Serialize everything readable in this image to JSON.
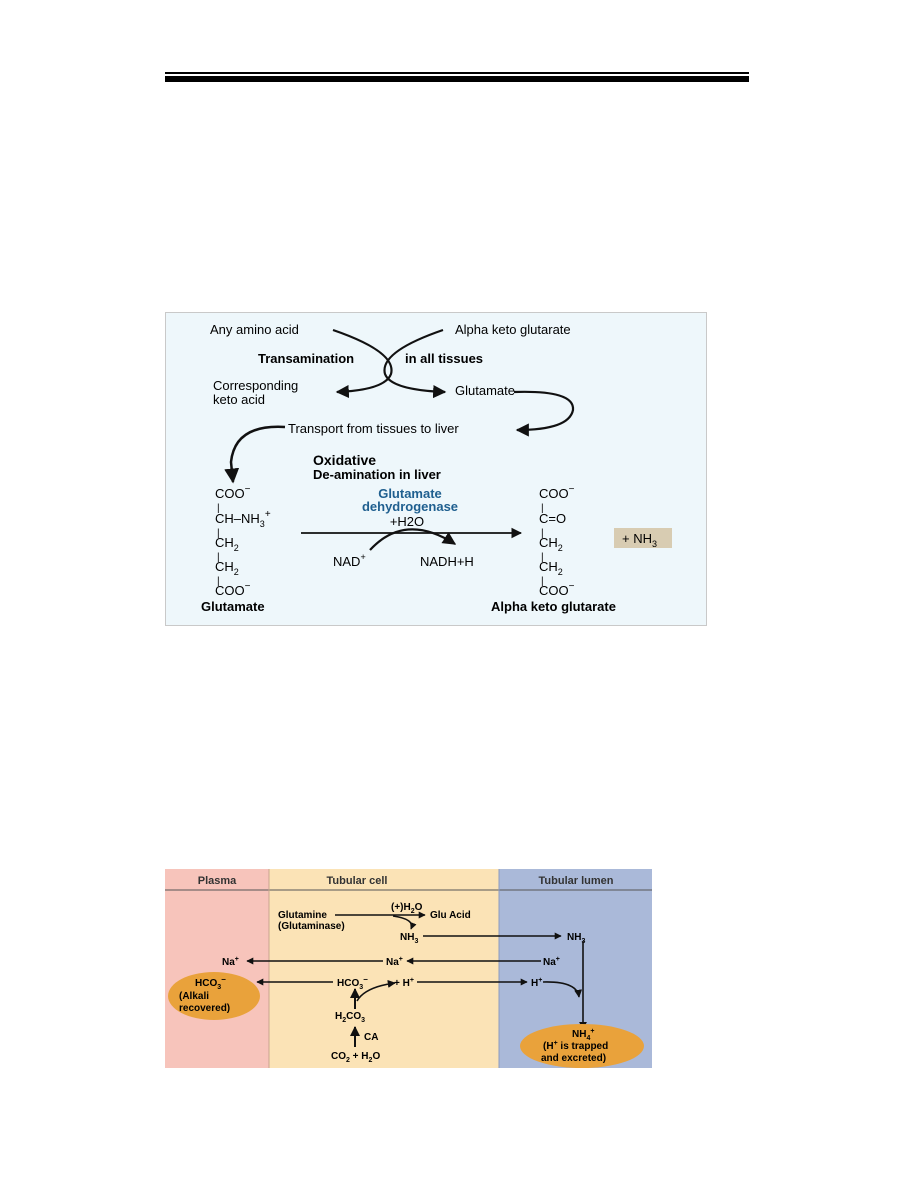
{
  "figure1": {
    "colors": {
      "background": "#eef7fb",
      "frame": "#c9c9c9",
      "enzyme": "#1f5f8f",
      "nh3_box": "#d8ccb2"
    },
    "any_amino_acid": "Any amino acid",
    "alpha_keto_glutarate_top": "Alpha keto glutarate",
    "transamination": "Transamination",
    "in_all_tissues": "in all tissues",
    "corresponding": "Corresponding",
    "keto_acid": "keto acid",
    "glutamate_top": "Glutamate",
    "transport": "Transport from tissues to liver",
    "oxidative": "Oxidative",
    "deamination": "De-amination in liver",
    "enzyme_line1": "Glutamate",
    "enzyme_line2": "dehydrogenase",
    "water": "+H2O",
    "nad": "NAD",
    "nad_sup": "+",
    "nadh": "NADH+H",
    "nh3": "+ NH",
    "nh3_sub": "3",
    "left_structure": {
      "row1": "COO",
      "row1_sup": "−",
      "row2": "CH–NH",
      "row2_sub": "3",
      "row2_sup": "+",
      "row3": "CH",
      "row3_sub": "2",
      "row4": "CH",
      "row4_sub": "2",
      "row5": "COO",
      "row5_sup": "−"
    },
    "right_structure": {
      "row1": "COO",
      "row1_sup": "−",
      "row2": "C=O",
      "row3": "CH",
      "row3_sub": "2",
      "row4": "CH",
      "row4_sub": "2",
      "row5": "COO",
      "row5_sup": "−"
    },
    "bond": "|",
    "left_caption": "Glutamate",
    "right_caption": "Alpha keto glutarate"
  },
  "figure2": {
    "colors": {
      "plasma": "#f7c4bb",
      "cell": "#fbe3b6",
      "lumen": "#aab9d9",
      "header_line": "#555555",
      "oval": "#e9a23b"
    },
    "headers": {
      "plasma": "Plasma",
      "cell": "Tubular cell",
      "lumen": "Tubular lumen"
    },
    "glutamine": "Glutamine",
    "glutaminase": "(Glutaminase)",
    "h2o_label": "(+)H",
    "h2o_sub": "2",
    "h2o_end": "O",
    "glu_acid": "Glu Acid",
    "nh": "NH",
    "three": "3",
    "two": "2",
    "na": "Na",
    "plus": "+",
    "minus": "−",
    "hco": "HCO",
    "h": "H",
    "plus_h": "+ H",
    "alkali_line1": "(Alkali",
    "alkali_line2": "recovered)",
    "h2co3_a": "H",
    "h2co3_b": "CO",
    "ca": "CA",
    "co2_a": "CO",
    "co2_b": " + H",
    "co2_c": "O",
    "nh4_a": "NH",
    "nh4_sub": "4",
    "trapped_line1a": "(H",
    "trapped_line1b": " is trapped",
    "trapped_line2": "and excreted)"
  }
}
